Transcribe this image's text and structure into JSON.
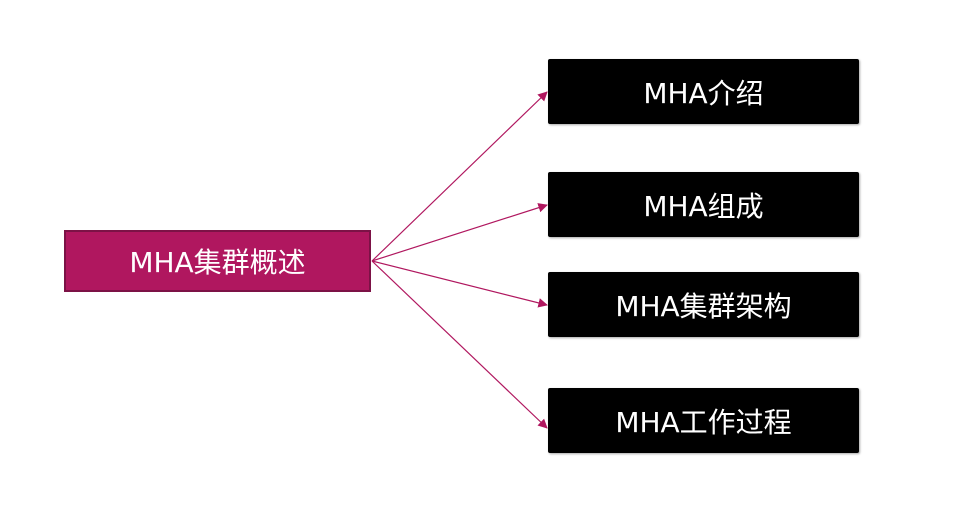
{
  "diagram": {
    "root": {
      "label": "MHA集群概述"
    },
    "children": [
      {
        "label": "MHA介绍"
      },
      {
        "label": "MHA组成"
      },
      {
        "label": "MHA集群架构"
      },
      {
        "label": "MHA工作过程"
      }
    ],
    "colors": {
      "root_fill": "#b0175f",
      "root_border": "#7c1246",
      "child_fill": "#000000",
      "connector": "#b0175f",
      "text": "#ffffff"
    }
  }
}
